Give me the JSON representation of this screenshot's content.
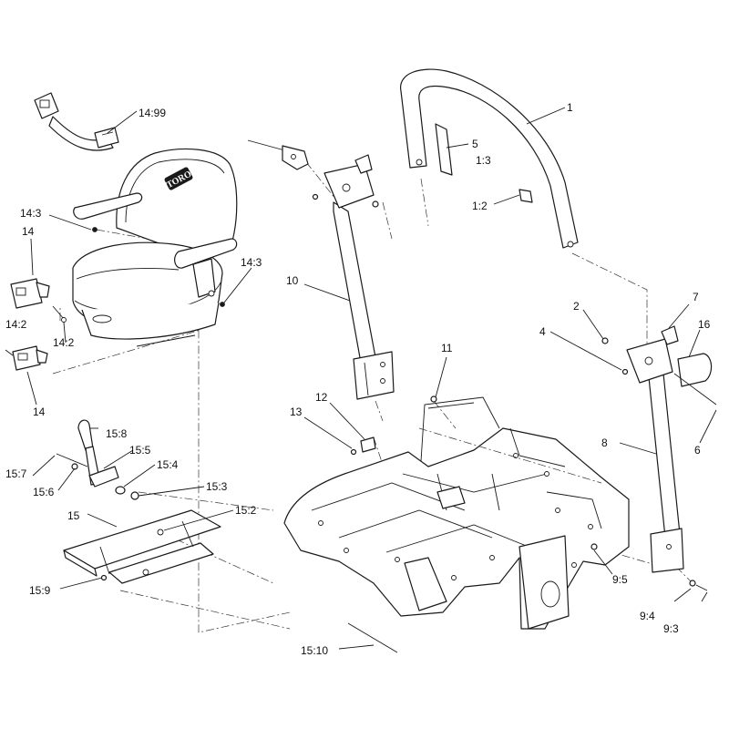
{
  "brand_text": "TORO",
  "callouts": [
    {
      "id": "1",
      "text": "1"
    },
    {
      "id": "2",
      "text": "2"
    },
    {
      "id": "4",
      "text": "4"
    },
    {
      "id": "5",
      "text": "5"
    },
    {
      "id": "1_3",
      "text": "1:3"
    },
    {
      "id": "1_2",
      "text": "1:2"
    },
    {
      "id": "6",
      "text": "6"
    },
    {
      "id": "7",
      "text": "7"
    },
    {
      "id": "8",
      "text": "8"
    },
    {
      "id": "9_3",
      "text": "9:3"
    },
    {
      "id": "9_4",
      "text": "9:4"
    },
    {
      "id": "9_5",
      "text": "9:5"
    },
    {
      "id": "10",
      "text": "10"
    },
    {
      "id": "11",
      "text": "11"
    },
    {
      "id": "12",
      "text": "12"
    },
    {
      "id": "13",
      "text": "13"
    },
    {
      "id": "14",
      "text": "14"
    },
    {
      "id": "14_b",
      "text": "14"
    },
    {
      "id": "14_2",
      "text": "14:2"
    },
    {
      "id": "14_2b",
      "text": "14:2"
    },
    {
      "id": "14_3",
      "text": "14:3"
    },
    {
      "id": "14_3b",
      "text": "14:3"
    },
    {
      "id": "14_99",
      "text": "14:99"
    },
    {
      "id": "15",
      "text": "15"
    },
    {
      "id": "15_2",
      "text": "15:2"
    },
    {
      "id": "15_3",
      "text": "15:3"
    },
    {
      "id": "15_4",
      "text": "15:4"
    },
    {
      "id": "15_5",
      "text": "15:5"
    },
    {
      "id": "15_6",
      "text": "15:6"
    },
    {
      "id": "15_7",
      "text": "15:7"
    },
    {
      "id": "15_8",
      "text": "15:8"
    },
    {
      "id": "15_9",
      "text": "15:9"
    },
    {
      "id": "15_10",
      "text": "15:10"
    },
    {
      "id": "16",
      "text": "16"
    }
  ]
}
